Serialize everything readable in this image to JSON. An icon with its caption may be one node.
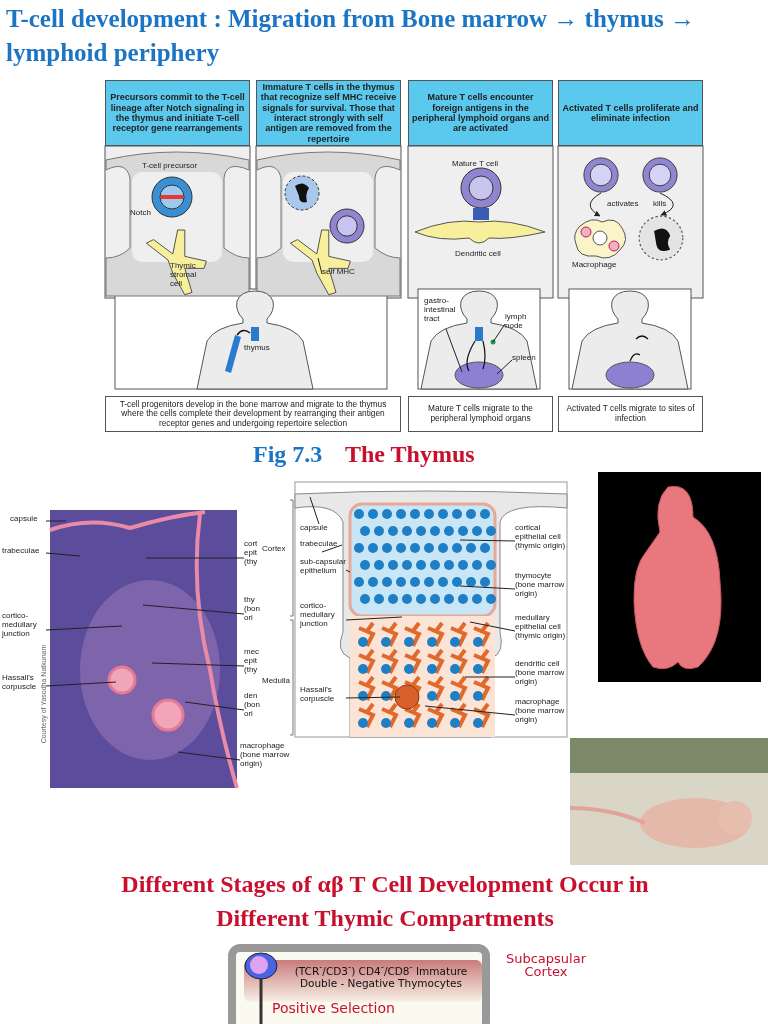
{
  "diagram": {
    "title": "T-cell development : Migration from Bone marrow → thymus → lymphoid periphery",
    "nodes": [
      {
        "text": [
          "Precursors commit to the T-cell lineage after Notch signaling in the thymus and initiate T-cell receptor gene rearrangements"
        ]
      },
      {
        "text": [
          "Immature T cells in the thymus that recognize self MHC receive signals for survival. Those that interact strongly with self antigen are removed from the repertoire"
        ]
      },
      {
        "text": [
          "Mature T cells encounter foreign antigens in the peripheral lymphoid organs and are activated"
        ]
      },
      {
        "text": [
          "Activated T cells proliferate and eliminate infection"
        ]
      },
      {
        "text": [
          "T-cell progenitors develop in the bone marrow and migrate to the thymus where the cells complete their development by rearranging their antigen receptor genes and undergoing repertoire selection"
        ]
      },
      {
        "text": [
          "Mature T cells migrate to the peripheral lymphoid organs"
        ]
      },
      {
        "text": [
          "Activated T cells migrate to sites of infection"
        ]
      },
      {
        "text": [],
        "shape": "circle"
      },
      {
        "text": [],
        "shape": "circle"
      },
      {
        "text": [],
        "shape": "picture",
        "beside": [
          "Macrophage"
        ]
      },
      {
        "text": [],
        "shape": "circle"
      },
      {
        "text": [
          "self MHC"
        ]
      },
      {
        "text": [
          "gastro-intestinal tract"
        ]
      },
      {
        "text": [
          "lymph node"
        ]
      },
      {
        "text": [
          "spleen"
        ]
      },
      {
        "text": [
          "capsule"
        ]
      },
      {
        "text": [
          "trabeculae"
        ]
      },
      {
        "text": [
          "cortico-medullary junction"
        ]
      },
      {
        "text": [
          "Hassall's corpuscle"
        ]
      },
      {
        "text": [
          "cort epit (thy"
        ]
      },
      {
        "text": [
          "thy (bon ori"
        ]
      },
      {
        "text": [
          "mec epit (thy"
        ]
      },
      {
        "text": [
          "den (bon ori"
        ]
      },
      {
        "text": [
          "macrophage (bone marrow origin)"
        ]
      },
      {
        "text": [
          "capsule"
        ]
      },
      {
        "text": [
          "trabeculae"
        ]
      },
      {
        "text": [
          "sub-capsular epithelium"
        ]
      },
      {
        "text": [
          "cortico-medullary junction"
        ]
      },
      {
        "text": [
          "Hassall's corpuscle"
        ]
      },
      {
        "text": [
          "cortical epithelial cell (thymic origin)"
        ]
      },
      {
        "text": [
          "thymocyte (bone marrow origin)"
        ]
      },
      {
        "text": [
          "medullary epithelial cell (thymic origin)"
        ]
      },
      {
        "text": [
          "dendritic cell (bone marrow origin)"
        ]
      },
      {
        "text": [
          "macrophage (bone marrow origin)"
        ]
      },
      {
        "text": [],
        "shape": "box"
      },
      {
        "text": [
          "(TCR$^{-}$/CD3$^{-}$) CD4$^{-}$/CD8$^{-}$ Immature Double - Negative Thymocytes"
        ],
        "in": 34
      }
    ],
    "edges": [
      {
        "from": 7,
        "to": 9,
        "arrow": "to",
        "label": "activates"
      },
      {
        "from": 8,
        "to": 10,
        "arrow": "to",
        "label": "kills"
      },
      {
        "from": 11,
        "to": null,
        "arrow": "none"
      },
      {
        "from": 12,
        "to": null,
        "arrow": "none"
      },
      {
        "from": 13,
        "to": null,
        "arrow": "none"
      },
      {
        "from": 14,
        "to": null,
        "arrow": "none"
      },
      {
        "from": 15,
        "to": null,
        "arrow": "none"
      },
      {
        "from": 16,
        "to": null,
        "arrow": "none"
      },
      {
        "from": 17,
        "to": null,
        "arrow": "none"
      },
      {
        "from": 18,
        "to": null,
        "arrow": "none"
      },
      {
        "from": 19,
        "to": null,
        "arrow": "none"
      },
      {
        "from": 20,
        "to": null,
        "arrow": "none"
      },
      {
        "from": 21,
        "to": null,
        "arrow": "none"
      },
      {
        "from": 22,
        "to": null,
        "arrow": "none"
      },
      {
        "from": 23,
        "to": null,
        "arrow": "none"
      },
      {
        "from": 24,
        "to": null,
        "arrow": "none"
      },
      {
        "from": 25,
        "to": null,
        "arrow": "none"
      },
      {
        "from": 26,
        "to": null,
        "arrow": "none"
      },
      {
        "from": 27,
        "to": null,
        "arrow": "none"
      },
      {
        "from": 28,
        "to": null,
        "arrow": "none"
      },
      {
        "from": 29,
        "to": null,
        "arrow": "none"
      },
      {
        "from": 30,
        "to": null,
        "arrow": "none"
      },
      {
        "from": 31,
        "to": null,
        "arrow": "none"
      },
      {
        "from": 32,
        "to": null,
        "arrow": "none"
      },
      {
        "from": 33,
        "to": null,
        "arrow": "none"
      }
    ],
    "labels": [
      "T-cell precursor",
      "Notch",
      "Thymic stromal cell",
      "Mature T cell",
      "Dendritic cell",
      "thymus",
      "Fig 7.3",
      "The Thymus",
      "Courtesy of Yasodha Natkunam",
      "Cortex",
      "Medulla",
      "Different Stages of αβ T Cell Development Occur in Different Thymic Compartments",
      "Positive Selection",
      "Subcapsular Cortex"
    ]
  }
}
